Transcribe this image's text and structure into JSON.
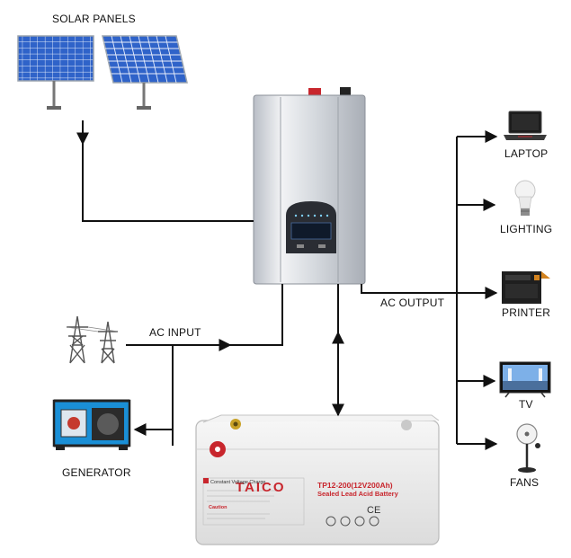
{
  "labels": {
    "solar_panels": "SOLAR PANELS",
    "ac_input": "AC INPUT",
    "ac_output": "AC OUTPUT",
    "generator": "GENERATOR",
    "laptop": "LAPTOP",
    "lighting": "LIGHTING",
    "printer": "PRINTER",
    "tv": "TV",
    "fans": "FANS"
  },
  "battery": {
    "brand": "TAICO",
    "model": "TP12-200(12V200Ah)",
    "type": "Sealed Lead Acid Battery",
    "charge_label": "Constant Voltage Charge",
    "caution": "Caution"
  },
  "colors": {
    "line": "#111111",
    "inverter_body": "#d9dde2",
    "panel_blue": "#2f63c9",
    "battery_body": "#ebebeb",
    "brand_red": "#c8262d",
    "generator_blue": "#1a8fd6"
  }
}
